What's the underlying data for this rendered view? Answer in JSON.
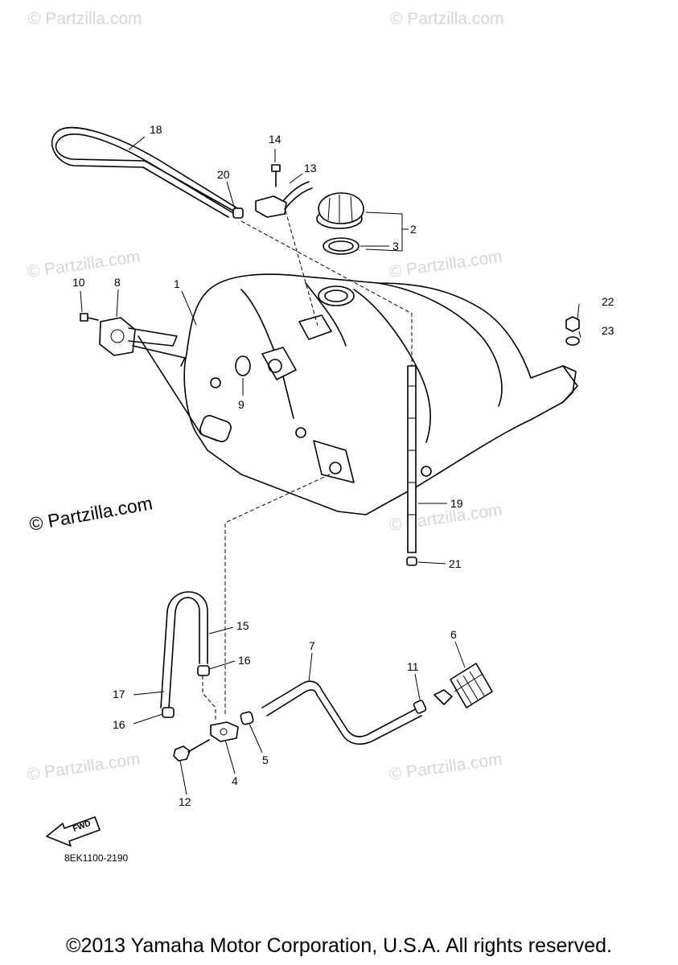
{
  "watermark": {
    "text": "© Partzilla.com",
    "large_text": "© Partzilla.com"
  },
  "callouts": {
    "c1": "1",
    "c2": "2",
    "c3": "3",
    "c4": "4",
    "c5": "5",
    "c6": "6",
    "c7": "7",
    "c8": "8",
    "c9": "9",
    "c10": "10",
    "c11": "11",
    "c12": "12",
    "c13": "13",
    "c14": "14",
    "c15": "15",
    "c16a": "16",
    "c16b": "16",
    "c17": "17",
    "c18": "18",
    "c19": "19",
    "c20": "20",
    "c21": "21",
    "c22": "22",
    "c23": "23"
  },
  "fwd_label": "FWD",
  "drawing_code": "8EK1100-2190",
  "copyright": "©2013 Yamaha Motor Corporation, U.S.A. All rights reserved."
}
